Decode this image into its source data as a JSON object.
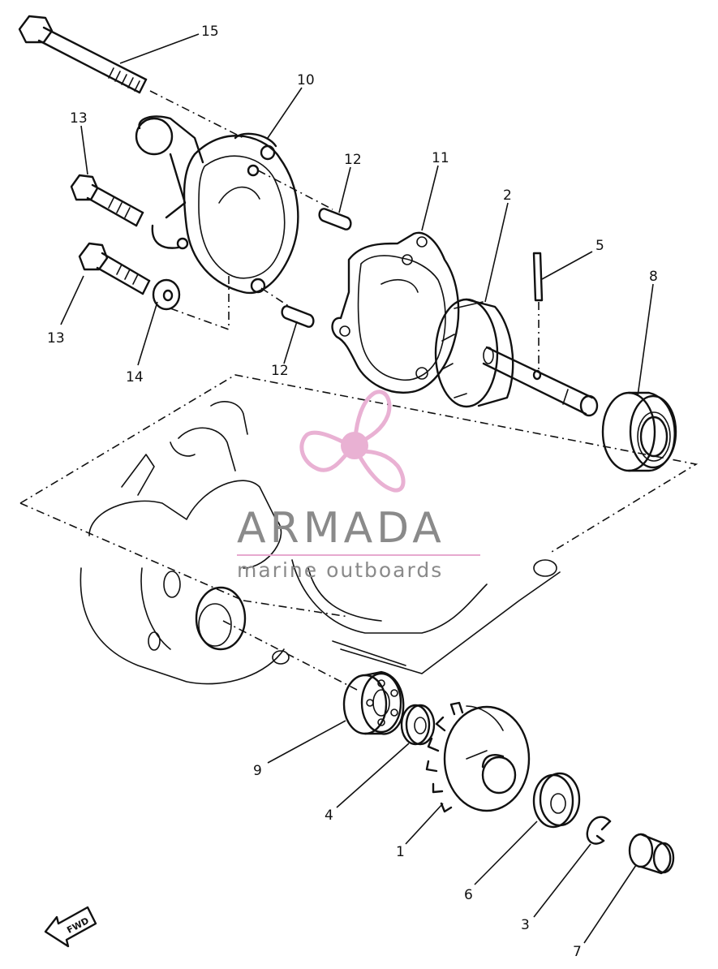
{
  "watermark": {
    "brand": "ARMADA",
    "tagline": "marine outboards",
    "logo_icon": "propeller-icon",
    "logo_color": "#e7a9cf",
    "text_color": "#8a8a8a"
  },
  "direction_marker": {
    "label": "FWD",
    "icon": "arrow-left-icon"
  },
  "callouts": [
    {
      "id": "c1",
      "label": "1"
    },
    {
      "id": "c2",
      "label": "2"
    },
    {
      "id": "c3",
      "label": "3"
    },
    {
      "id": "c4",
      "label": "4"
    },
    {
      "id": "c5",
      "label": "5"
    },
    {
      "id": "c6",
      "label": "6"
    },
    {
      "id": "c7",
      "label": "7"
    },
    {
      "id": "c8",
      "label": "8"
    },
    {
      "id": "c9",
      "label": "9"
    },
    {
      "id": "c10",
      "label": "10"
    },
    {
      "id": "c11",
      "label": "11"
    },
    {
      "id": "c12a",
      "label": "12"
    },
    {
      "id": "c12b",
      "label": "12"
    },
    {
      "id": "c13a",
      "label": "13"
    },
    {
      "id": "c13b",
      "label": "13"
    },
    {
      "id": "c14",
      "label": "14"
    },
    {
      "id": "c15",
      "label": "15"
    }
  ]
}
